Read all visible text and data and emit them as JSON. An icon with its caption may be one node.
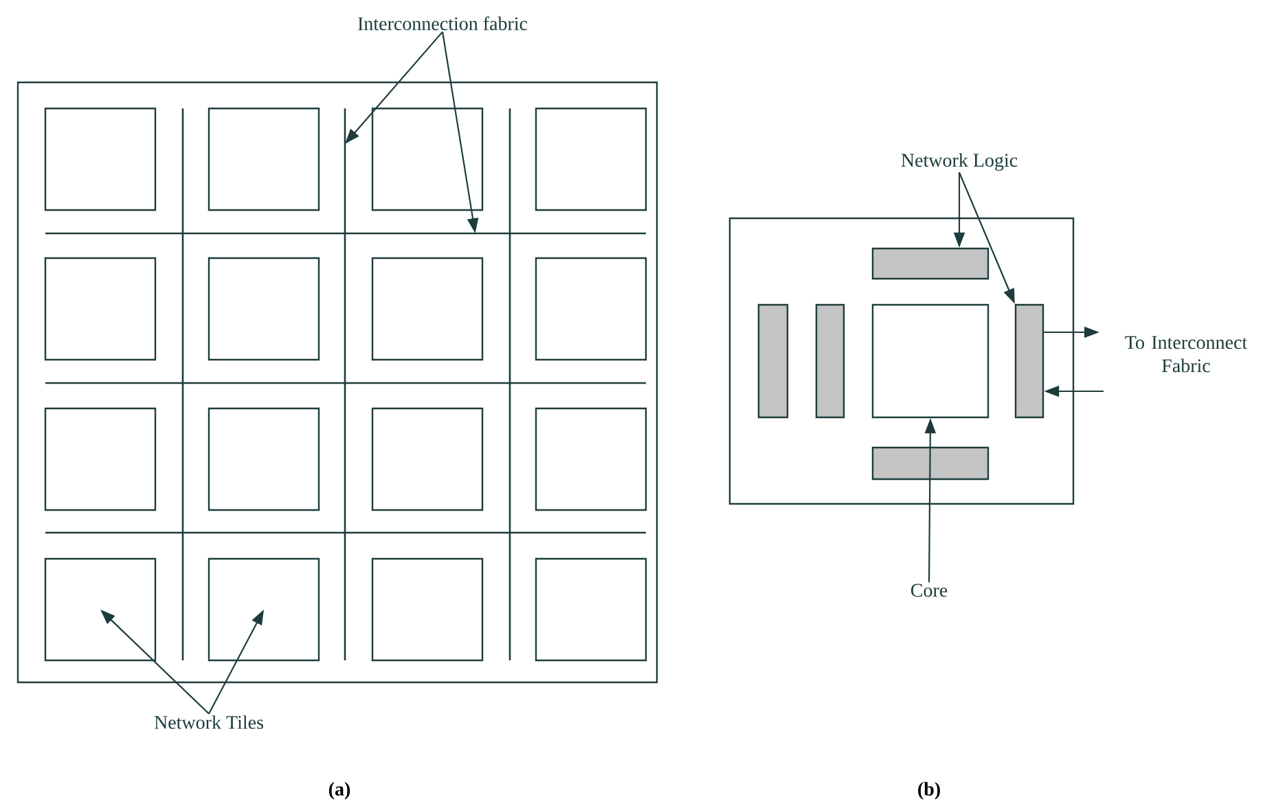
{
  "diagram": {
    "nodes": [
      {
        "text": [
          "Interconnection fabric"
        ]
      },
      {
        "text": [],
        "shape": "box"
      },
      {
        "text": [],
        "shape": "box",
        "in": 1
      },
      {
        "text": [],
        "shape": "box",
        "in": 1
      },
      {
        "text": [],
        "shape": "box",
        "in": 1
      },
      {
        "text": [],
        "shape": "box",
        "in": 1
      },
      {
        "text": [],
        "shape": "box",
        "in": 1
      },
      {
        "text": [],
        "shape": "box",
        "in": 1
      },
      {
        "text": [],
        "shape": "box",
        "in": 1
      },
      {
        "text": [],
        "shape": "box",
        "in": 1
      },
      {
        "text": [],
        "shape": "box",
        "in": 1
      },
      {
        "text": [],
        "shape": "box",
        "in": 1
      },
      {
        "text": [],
        "shape": "box",
        "in": 1
      },
      {
        "text": [],
        "shape": "box",
        "in": 1
      },
      {
        "text": [],
        "shape": "box",
        "in": 1
      },
      {
        "text": [],
        "shape": "box",
        "in": 1
      },
      {
        "text": [],
        "shape": "box",
        "in": 1
      },
      {
        "text": [],
        "shape": "box",
        "in": 1
      },
      {
        "text": [
          "Network Tiles"
        ]
      },
      {
        "text": [
          "Network Logic"
        ]
      },
      {
        "text": [],
        "shape": "box"
      },
      {
        "text": [],
        "shape": "bar",
        "in": 20
      },
      {
        "text": [],
        "shape": "bar",
        "in": 20
      },
      {
        "text": [],
        "shape": "bar",
        "in": 20
      },
      {
        "text": [],
        "shape": "box",
        "in": 20
      },
      {
        "text": [],
        "shape": "bar",
        "in": 20
      },
      {
        "text": [],
        "shape": "bar",
        "in": 20
      },
      {
        "text": [
          "Core"
        ]
      },
      {
        "text": [],
        "shape": "line",
        "in": 1
      },
      {
        "text": [],
        "shape": "line",
        "in": 1
      },
      {
        "text": [],
        "shape": "line",
        "in": 1
      },
      {
        "text": [],
        "shape": "line",
        "in": 1
      },
      {
        "text": [],
        "shape": "line",
        "in": 1
      },
      {
        "text": [],
        "shape": "line",
        "in": 1
      }
    ],
    "edges": [
      {
        "from": 0,
        "to": 29,
        "arrow": "to"
      },
      {
        "from": 0,
        "to": 31,
        "arrow": "to"
      },
      {
        "from": 18,
        "to": 14,
        "arrow": "to"
      },
      {
        "from": 18,
        "to": 15,
        "arrow": "to"
      },
      {
        "from": 19,
        "to": 21,
        "arrow": "to"
      },
      {
        "from": 19,
        "to": 25,
        "arrow": "to"
      },
      {
        "from": 25,
        "to": null,
        "arrow": "to"
      },
      {
        "from": null,
        "to": 25,
        "arrow": "to"
      },
      {
        "from": 27,
        "to": 24,
        "arrow": "to"
      }
    ],
    "labels": [
      "To Interconnect Fabric",
      "(a)",
      "(b)"
    ]
  }
}
